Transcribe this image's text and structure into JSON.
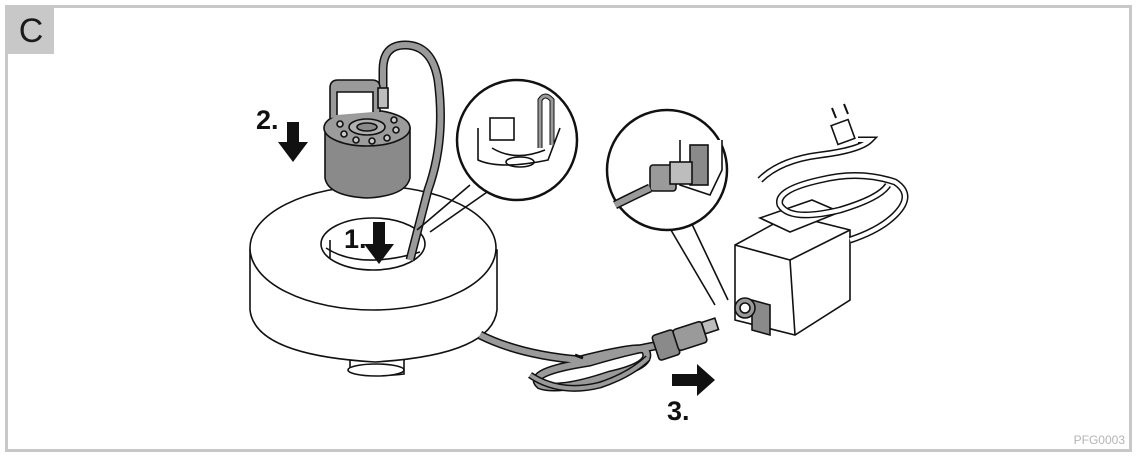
{
  "figure": {
    "section_letter": "C",
    "code": "PFG0003",
    "steps": [
      {
        "label": "1."
      },
      {
        "label": "2."
      },
      {
        "label": "3."
      }
    ]
  },
  "colors": {
    "frame": "#c8c8c8",
    "device_gray": "#8a8a8a",
    "cable_gray": "#9a9a9a",
    "outline": "#111111"
  },
  "icons": {
    "step_arrow": "down-arrow-icon",
    "push_arrow": "right-arrow-icon"
  }
}
